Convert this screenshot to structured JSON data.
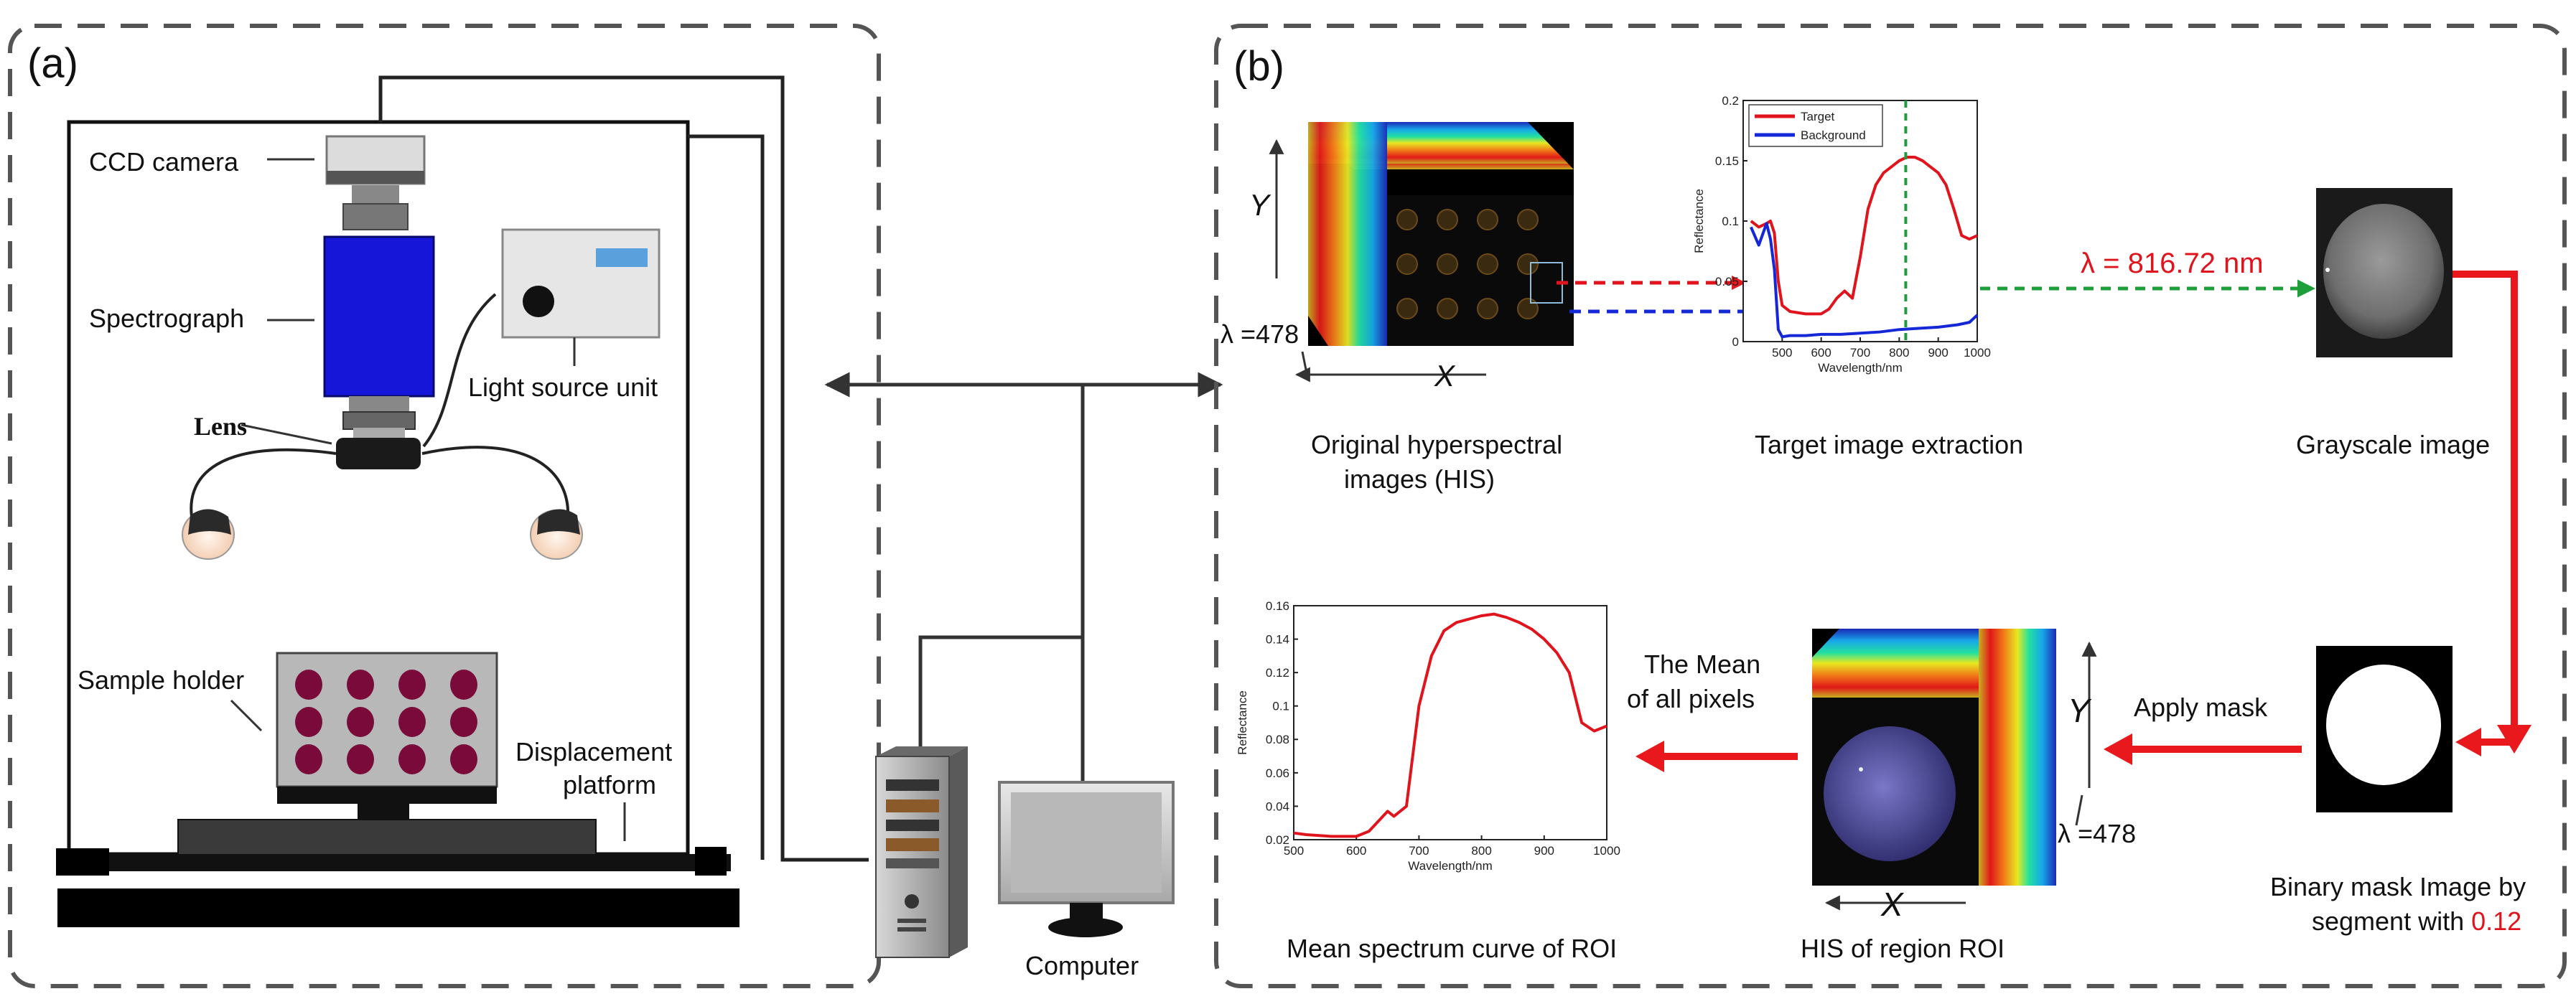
{
  "panel_a": {
    "label": "(a)",
    "camera_label": "CCD camera",
    "spectrograph_label": "Spectrograph",
    "lens_label": "Lens",
    "light_source_label": "Light source unit",
    "sample_holder_label": "Sample holder",
    "platform_label_1": "Displacement",
    "platform_label_2": "platform",
    "computer_label": "Computer"
  },
  "panel_b": {
    "label": "(b)",
    "his": {
      "caption_1": "Original hyperspectral",
      "caption_2": "images (HIS)",
      "y_axis": "Y",
      "x_axis": "X",
      "lambda": "λ =478"
    },
    "extraction": {
      "caption": "Target image extraction",
      "lambda_value": "λ = 816.72 nm"
    },
    "grayscale": {
      "caption": "Grayscale image"
    },
    "binary": {
      "caption_1": "Binary mask Image by",
      "caption_2": "segment with ",
      "threshold": "0.12"
    },
    "apply_mask": "Apply mask",
    "roi": {
      "caption": "HIS of region ROI",
      "y_axis": "Y",
      "x_axis": "X",
      "lambda": "λ =478"
    },
    "mean_label_1": "The Mean",
    "mean_label_2": "of all pixels",
    "mean_caption": "Mean spectrum curve of ROI"
  },
  "colors": {
    "target": "#e0141c",
    "background": "#1428d8",
    "guide": "#1e9e3a",
    "arrow": "#e8181c",
    "blue_body": "#1616d8",
    "sample_dot": "#7a0a3a"
  },
  "chart_data": [
    {
      "type": "line",
      "title": "",
      "xlabel": "Wavelength/nm",
      "ylabel": "Reflectance",
      "xlim": [
        400,
        1000
      ],
      "ylim": [
        0,
        0.2
      ],
      "xticks": [
        "500",
        "600",
        "700",
        "800",
        "900",
        "1000"
      ],
      "yticks": [
        "0",
        "0.05",
        "0.1",
        "0.15",
        "0.2"
      ],
      "legend": "top-left",
      "series": [
        {
          "name": "Target",
          "color": "#e0141c",
          "x": [
            420,
            440,
            460,
            470,
            480,
            490,
            500,
            520,
            560,
            600,
            620,
            640,
            660,
            680,
            700,
            720,
            740,
            760,
            780,
            800,
            820,
            840,
            860,
            880,
            900,
            920,
            940,
            960,
            980,
            1000
          ],
          "y": [
            0.1,
            0.095,
            0.098,
            0.1,
            0.09,
            0.05,
            0.03,
            0.025,
            0.023,
            0.023,
            0.027,
            0.036,
            0.042,
            0.036,
            0.07,
            0.11,
            0.13,
            0.14,
            0.145,
            0.15,
            0.153,
            0.153,
            0.15,
            0.145,
            0.14,
            0.13,
            0.11,
            0.088,
            0.085,
            0.088
          ]
        },
        {
          "name": "Background",
          "color": "#1428d8",
          "x": [
            420,
            440,
            460,
            470,
            480,
            490,
            500,
            520,
            560,
            600,
            650,
            700,
            750,
            800,
            850,
            900,
            950,
            980,
            1000
          ],
          "y": [
            0.095,
            0.08,
            0.098,
            0.085,
            0.06,
            0.01,
            0.004,
            0.005,
            0.005,
            0.006,
            0.006,
            0.007,
            0.008,
            0.01,
            0.011,
            0.012,
            0.014,
            0.016,
            0.022
          ]
        }
      ],
      "annotations": [
        "λ = 816.72 nm"
      ]
    },
    {
      "type": "line",
      "title": "",
      "xlabel": "Wavelength/nm",
      "ylabel": "Reflectance",
      "xlim": [
        500,
        1000
      ],
      "ylim": [
        0.02,
        0.16
      ],
      "xticks": [
        "500",
        "600",
        "700",
        "800",
        "900",
        "1000"
      ],
      "yticks": [
        "0.02",
        "0.04",
        "0.06",
        "0.08",
        "0.1",
        "0.12",
        "0.14",
        "0.16"
      ],
      "series": [
        {
          "color": "#e0141c",
          "x": [
            500,
            520,
            560,
            600,
            620,
            640,
            650,
            660,
            680,
            700,
            720,
            740,
            760,
            780,
            800,
            820,
            840,
            860,
            880,
            900,
            920,
            940,
            960,
            980,
            1000
          ],
          "y": [
            0.024,
            0.023,
            0.022,
            0.022,
            0.025,
            0.033,
            0.037,
            0.034,
            0.04,
            0.1,
            0.13,
            0.145,
            0.15,
            0.152,
            0.154,
            0.155,
            0.153,
            0.15,
            0.146,
            0.14,
            0.132,
            0.12,
            0.09,
            0.085,
            0.088
          ]
        }
      ]
    }
  ]
}
